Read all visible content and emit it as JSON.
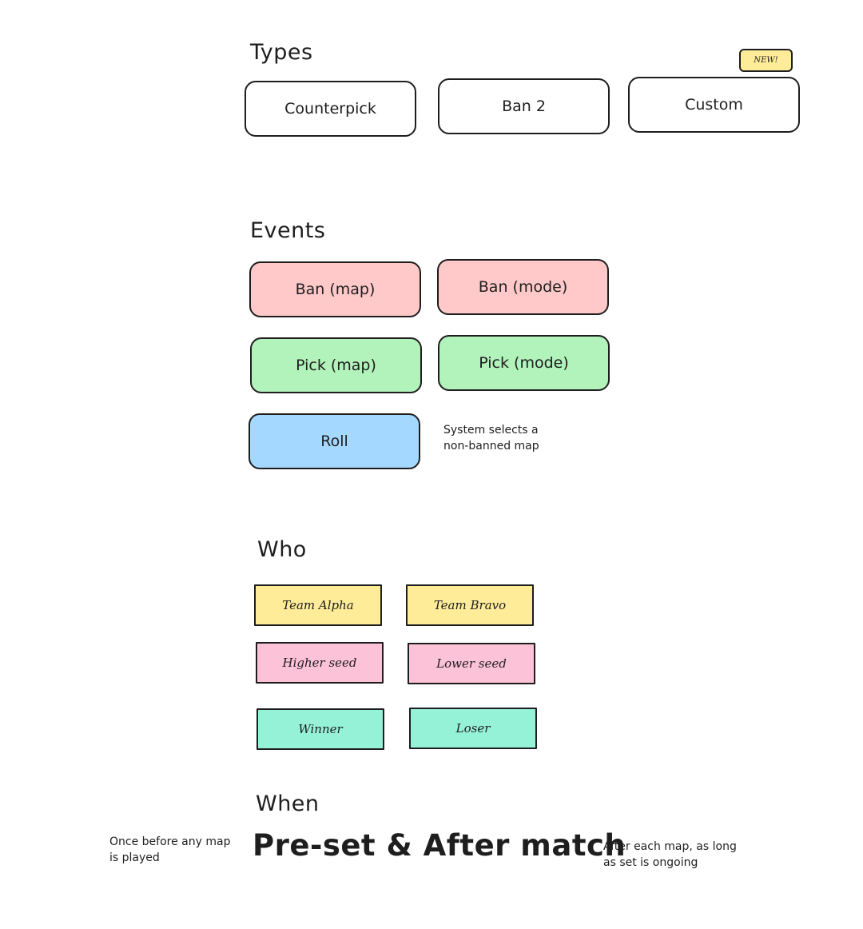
{
  "types": {
    "heading": "Types",
    "items": [
      "Counterpick",
      "Ban 2",
      "Custom"
    ],
    "new_badge": "NEW!"
  },
  "events": {
    "heading": "Events",
    "ban_map": "Ban (map)",
    "ban_mode": "Ban (mode)",
    "pick_map": "Pick (map)",
    "pick_mode": "Pick (mode)",
    "roll": "Roll",
    "roll_note_line1": "System selects a",
    "roll_note_line2": "non-banned map"
  },
  "who": {
    "heading": "Who",
    "team_alpha": "Team Alpha",
    "team_bravo": "Team Bravo",
    "higher_seed": "Higher seed",
    "lower_seed": "Lower seed",
    "winner": "Winner",
    "loser": "Loser"
  },
  "when": {
    "heading": "When",
    "main": "Pre-set & After match",
    "left_note_line1": "Once before any map",
    "left_note_line2": "is played",
    "right_note_line1": "After each map, as long",
    "right_note_line2": "as set is ongoing"
  },
  "colors": {
    "red": "#ffc9c9",
    "green": "#b2f2bb",
    "blue": "#a5d8ff",
    "yellow": "#ffec99",
    "pink": "#fcc2d7",
    "teal": "#96f2d7",
    "stroke": "#1e1e1e"
  }
}
